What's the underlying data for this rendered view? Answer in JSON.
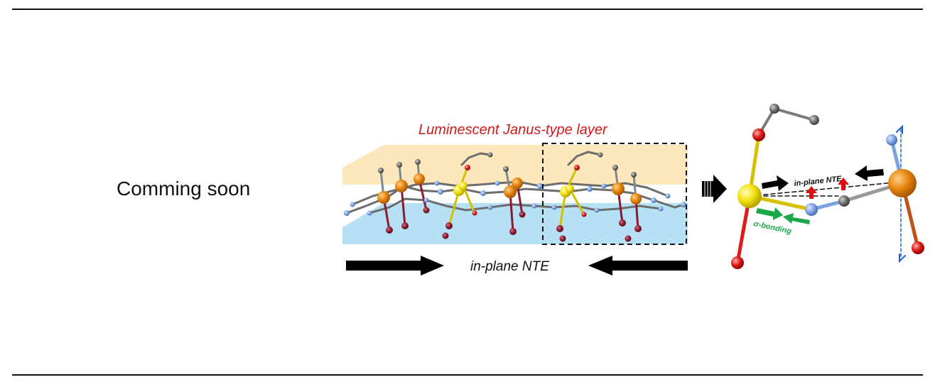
{
  "placeholder_text": "Comming soon",
  "figure": {
    "layer_title": "Luminescent Janus-type layer",
    "main_nte_label": "in-plane NTE",
    "zoom_nte_label": "in-plane NTE",
    "bonding_label": "σ-bonding"
  },
  "colors": {
    "top_band": "#fde3b0",
    "bottom_band": "#a9dcf2",
    "metal_orange": "#e8860f",
    "metal_yellow": "#f3e20f",
    "nitrogen_blue": "#7ba2e0",
    "oxygen_red": "#e01a1a",
    "terminal_maroon": "#8b1a33",
    "carbon_gray": "#6d6d6d",
    "arrow_black": "#000000",
    "arrow_red": "#e01010",
    "arrow_green": "#1aa84a",
    "arrow_blue": "#1f5fd6"
  }
}
